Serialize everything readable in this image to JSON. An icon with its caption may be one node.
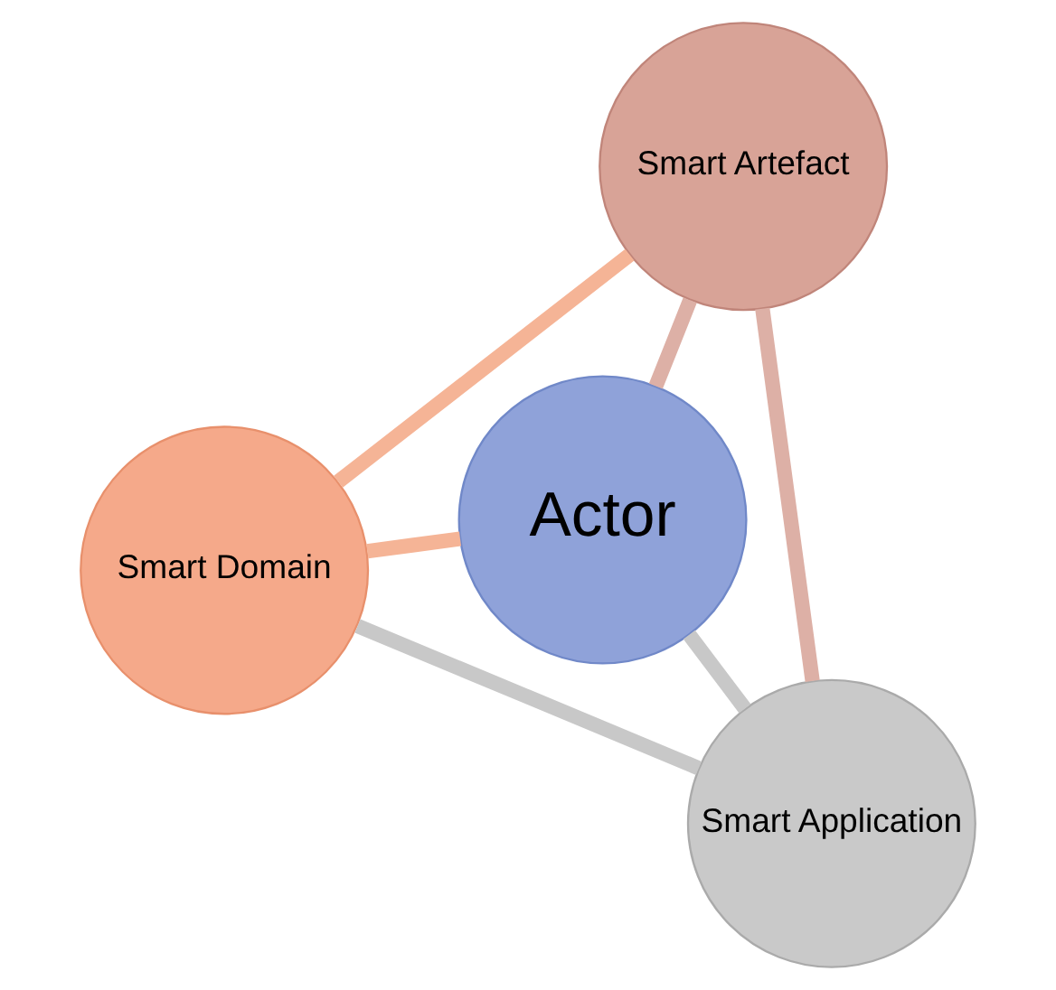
{
  "diagram": {
    "nodes": [
      {
        "text": [
          "Smart Domain"
        ]
      },
      {
        "text": [
          "Actor"
        ]
      },
      {
        "text": [
          "Smart Application"
        ]
      },
      {
        "text": [
          "Smart Artefact"
        ]
      }
    ],
    "edges": [
      {
        "from": 1,
        "to": 0,
        "arrow": "none",
        "color": "#f5b496"
      },
      {
        "from": 1,
        "to": 2,
        "arrow": "none",
        "color": "#c8c8c8"
      },
      {
        "from": 1,
        "to": 3,
        "arrow": "none",
        "color": "#ddb0a6"
      },
      {
        "from": 0,
        "to": 2,
        "arrow": "none",
        "color": "#c8c8c8"
      },
      {
        "from": 0,
        "to": 3,
        "arrow": "none",
        "color": "#f5b496"
      },
      {
        "from": 2,
        "to": 3,
        "arrow": "none",
        "color": "#ddb0a6"
      }
    ]
  }
}
